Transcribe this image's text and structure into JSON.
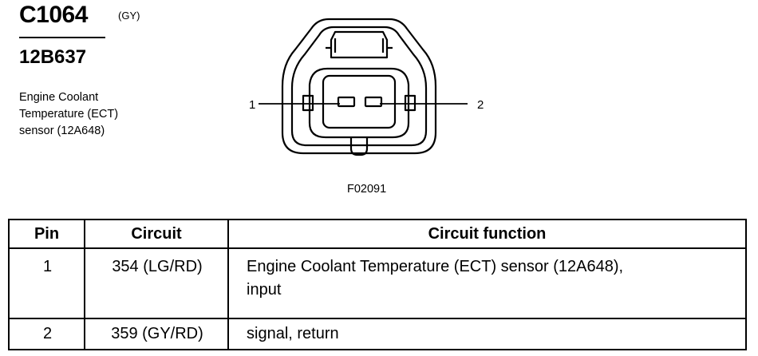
{
  "header": {
    "connector_id": "C1064",
    "color_code": "(GY)",
    "part_number": "12B637",
    "description_lines": [
      "Engine Coolant",
      "Temperature (ECT)",
      "sensor (12A648)"
    ]
  },
  "diagram": {
    "pin_labels": [
      "1",
      "2"
    ],
    "figure_id": "F02091"
  },
  "table": {
    "headers": [
      "Pin",
      "Circuit",
      "Circuit function"
    ],
    "rows": [
      {
        "pin": "1",
        "circuit": "354 (LG/RD)",
        "function_lines": [
          "Engine Coolant Temperature (ECT) sensor (12A648),",
          "input"
        ]
      },
      {
        "pin": "2",
        "circuit": "359 (GY/RD)",
        "function_lines": [
          "signal, return"
        ]
      }
    ]
  }
}
